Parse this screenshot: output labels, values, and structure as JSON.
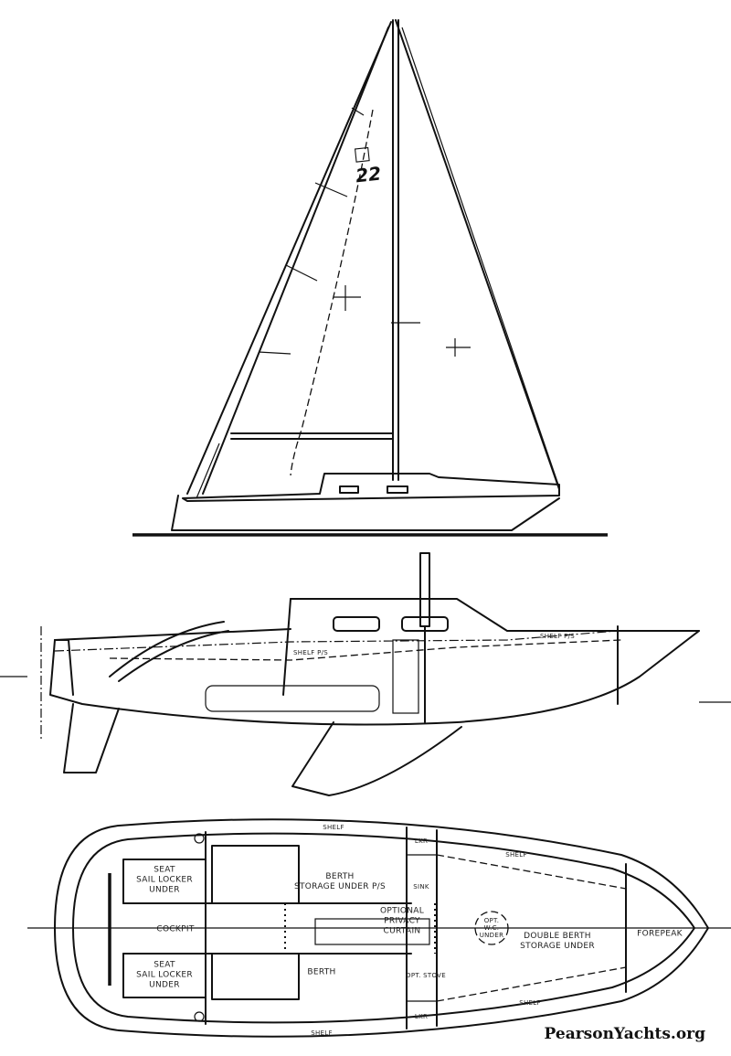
{
  "title": "Pearson 22 sail plan and interior layout",
  "sail_plan": {
    "sail_insignia": "22",
    "sail_insignia_icon": "pearson-p-logo-icon"
  },
  "profile": {
    "labels": {
      "shelf_port_starboard_aft": "SHELF P/S",
      "shelf_port_starboard_fwd": "SHELF P/S"
    }
  },
  "plan": {
    "labels": {
      "seat_top": "SEAT\nSAIL LOCKER\nUNDER",
      "seat_bottom": "SEAT\nSAIL LOCKER\nUNDER",
      "cockpit": "COCKPIT",
      "shelf_top": "SHELF",
      "shelf_top_right": "SHELF",
      "shelf_bottom": "SHELF",
      "shelf_bottom_right": "SHELF",
      "berth_top": "BERTH\nSTORAGE UNDER P/S",
      "berth_bottom": "BERTH",
      "lkr_top": "LKR",
      "lkr_bottom": "LKR",
      "sink": "SINK",
      "opt_stove": "OPT. STOVE",
      "privacy_curtain": "OPTIONAL\nPRIVACY\nCURTAIN",
      "opt_wc": "OPT.\nW.C.\nUNDER",
      "double_berth": "DOUBLE BERTH\nSTORAGE UNDER",
      "forepeak": "FOREPEAK"
    }
  },
  "watermark": "PearsonYachts.org"
}
